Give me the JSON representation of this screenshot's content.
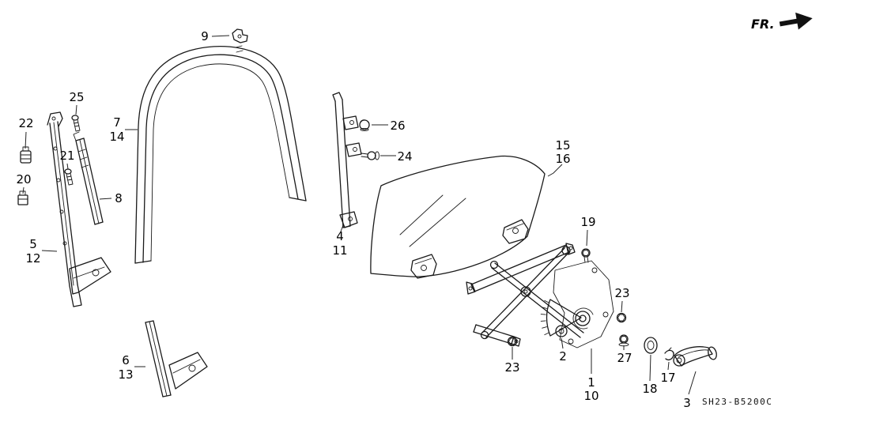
{
  "fr_indicator": {
    "label": "FR."
  },
  "diagram_code": "SH23-B5200C",
  "callouts": {
    "c9": "9",
    "c25": "25",
    "c22": "22",
    "c21": "21",
    "c20": "20",
    "c7": "7",
    "c14": "14",
    "c8": "8",
    "c5": "5",
    "c12": "12",
    "c6": "6",
    "c13": "13",
    "c4": "4",
    "c11": "11",
    "c26": "26",
    "c24": "24",
    "c15": "15",
    "c16": "16",
    "c19": "19",
    "c23a": "23",
    "c23b": "23",
    "c2": "2",
    "c1": "1",
    "c10": "10",
    "c27": "27",
    "c18": "18",
    "c17": "17",
    "c3": "3"
  }
}
